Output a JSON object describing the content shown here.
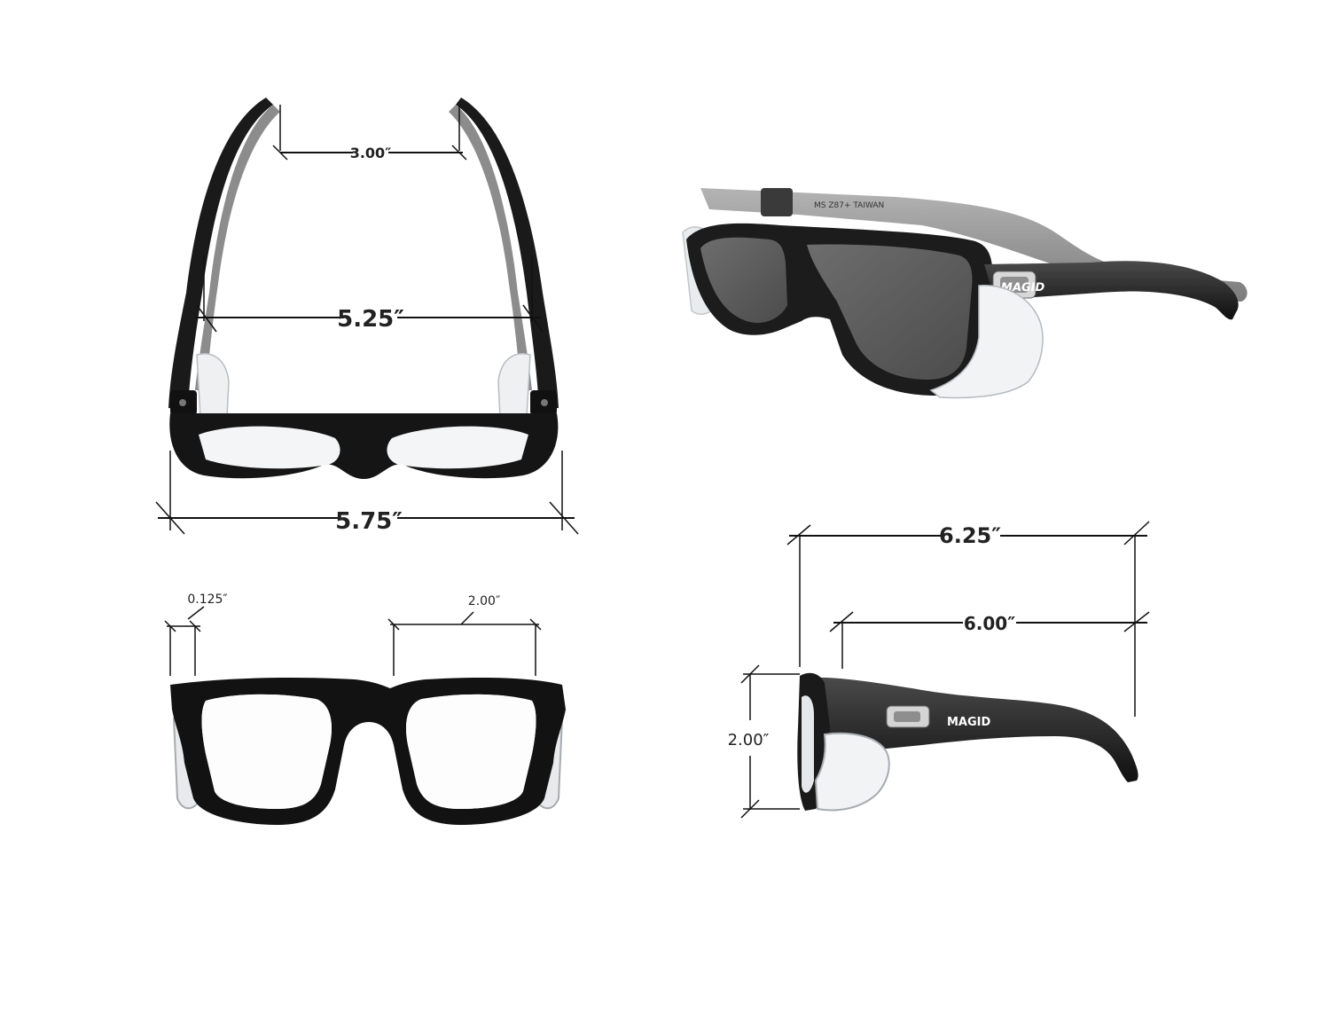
{
  "dimensions": {
    "temple_gap": "3.00″",
    "inner_width": "5.25″",
    "overall_width": "5.75″",
    "rim_thickness": "0.125″",
    "lens_width": "2.00″",
    "overall_length": "6.25″",
    "temple_length": "6.00″",
    "frame_height": "2.00″"
  },
  "product": {
    "temple_imprint": "MS Z87+ TAIWAN",
    "brand": "MAGID"
  },
  "colors": {
    "frame": "#141414",
    "temple_grey": "#9a9a9a",
    "smoke_lens": "#5e5e5e",
    "clear_lens": "#f6f7f8",
    "line": "#111111"
  }
}
